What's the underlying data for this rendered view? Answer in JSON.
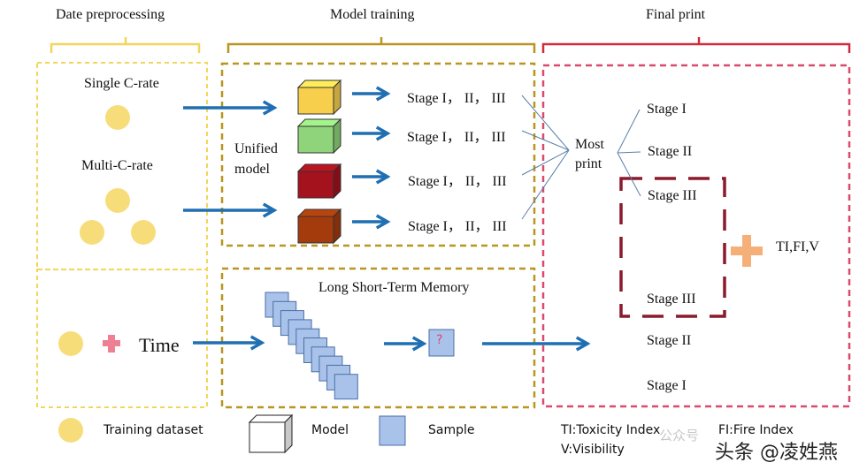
{
  "sections": {
    "preprocessing": {
      "title": "Date preprocessing",
      "color": "#f2d65a"
    },
    "training": {
      "title": "Model training",
      "color": "#b8961f"
    },
    "final": {
      "title": "Final print",
      "color": "#d94a5e"
    }
  },
  "preprocessing": {
    "single_label": "Single C-rate",
    "multi_label": "Multi-C-rate",
    "time_label": "Time"
  },
  "training": {
    "unified_label_1": "Unified",
    "unified_label_2": "model",
    "models": [
      {
        "color": "#f7cf4d",
        "stages": "Stage I， II， III"
      },
      {
        "color": "#8fd47a",
        "stages": "Stage I， II， III"
      },
      {
        "color": "#a3121d",
        "stages": "Stage I， II， III"
      },
      {
        "color": "#a33b0c",
        "stages": "Stage I， II， III"
      }
    ],
    "lstm_title": "Long Short-Term Memory",
    "unknown_symbol": "?"
  },
  "final": {
    "most_print_1": "Most",
    "most_print_2": "print",
    "branch_stages": [
      "Stage I",
      "Stage II",
      "Stage III"
    ],
    "box_stage": "Stage III",
    "lower_stages": [
      "Stage II",
      "Stage  I"
    ],
    "indices_label": "TI,FI,V"
  },
  "legend": {
    "training_dataset": "Training dataset",
    "model": "Model",
    "sample": "Sample",
    "ti": "TI:Toxicity Index",
    "fi": "FI:Fire Index",
    "v": "V:Visibility"
  },
  "watermark": {
    "text1": "公众号",
    "text2": "头条 @凌姓燕"
  },
  "colors": {
    "arrow": "#1f6fb2",
    "dataset": "#f7dd7a",
    "plus_pink": "#ef7f92",
    "plus_orange": "#f5b07a",
    "sample_fill": "#a9c2ea",
    "sample_stroke": "#4a6fa8",
    "dark_red": "#8b1a2b"
  }
}
